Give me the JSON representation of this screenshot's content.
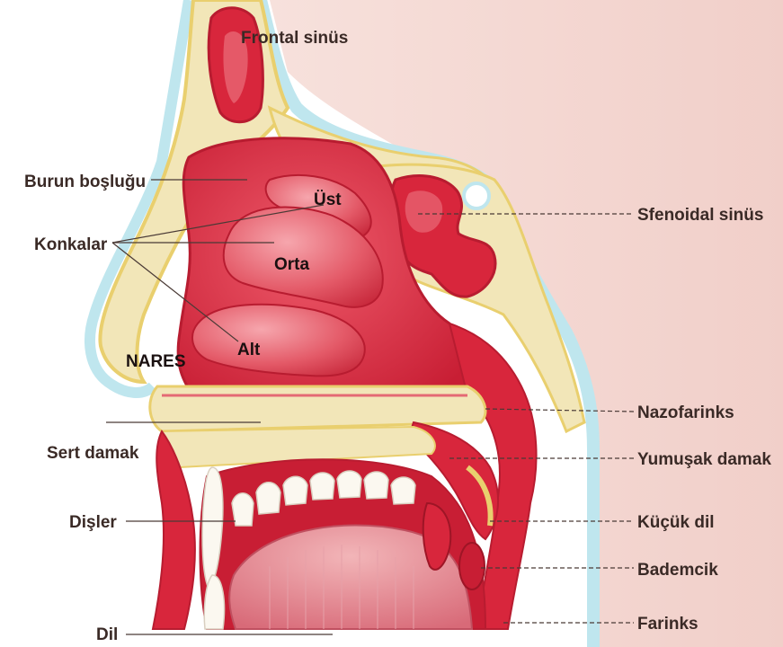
{
  "labels": {
    "frontal_sinus": "Frontal sinüs",
    "nasal_cavity": "Burun boşluğu",
    "conchae": "Konkalar",
    "concha_upper": "Üst",
    "concha_middle": "Orta",
    "concha_lower": "Alt",
    "nares": "NARES",
    "sphenoidal_sinus": "Sfenoidal sinüs",
    "nasopharynx": "Nazofarinks",
    "hard_palate": "Sert damak",
    "soft_palate": "Yumuşak damak",
    "teeth": "Dişler",
    "uvula": "Küçük dil",
    "tonsil": "Bademcik",
    "pharynx": "Farinks",
    "tongue": "Dil"
  },
  "colors": {
    "skin": "#f3d4cf",
    "bone": "#f2e6b8",
    "bone_edge": "#e9cf6e",
    "mucosa": "#d8263c",
    "mucosa_dark": "#b81c30",
    "mucosa_light": "#ef7b86",
    "cartilage_blue": "#bfe6ee",
    "teeth": "#fbf8f0",
    "tongue": "#e48a92"
  }
}
